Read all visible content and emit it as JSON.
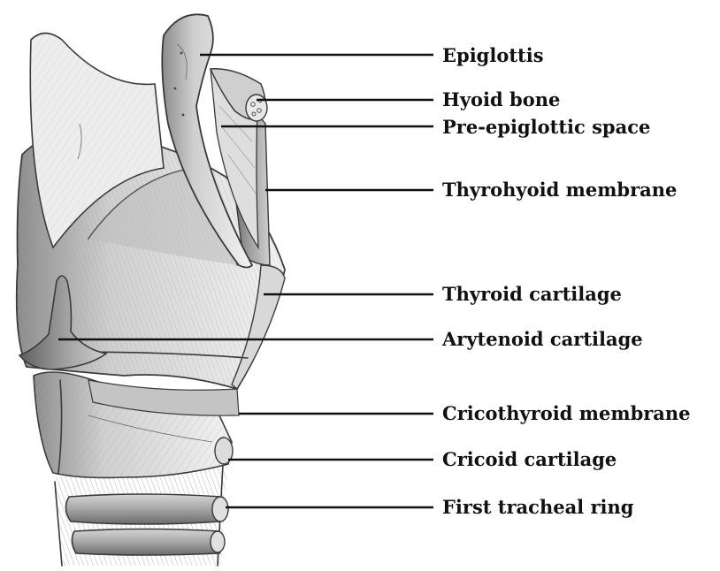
{
  "labels": {
    "epiglottis": "Epiglottis",
    "hyoid_bone": "Hyoid bone",
    "pre_epiglottic_space": "Pre-epiglottic space",
    "thyrohyoid_membrane": "Thyrohyoid membrane",
    "thyroid_cartilage": "Thyroid cartilage",
    "arytenoid_cartilage": "Arytenoid cartilage",
    "cricothyroid_membrane": "Cricothyroid membrane",
    "cricoid_cartilage": "Cricoid cartilage",
    "first_tracheal_ring": "First tracheal ring"
  },
  "colors": {
    "background": "#ffffff",
    "ink": "#111111",
    "shading": "#bdbdbd"
  }
}
